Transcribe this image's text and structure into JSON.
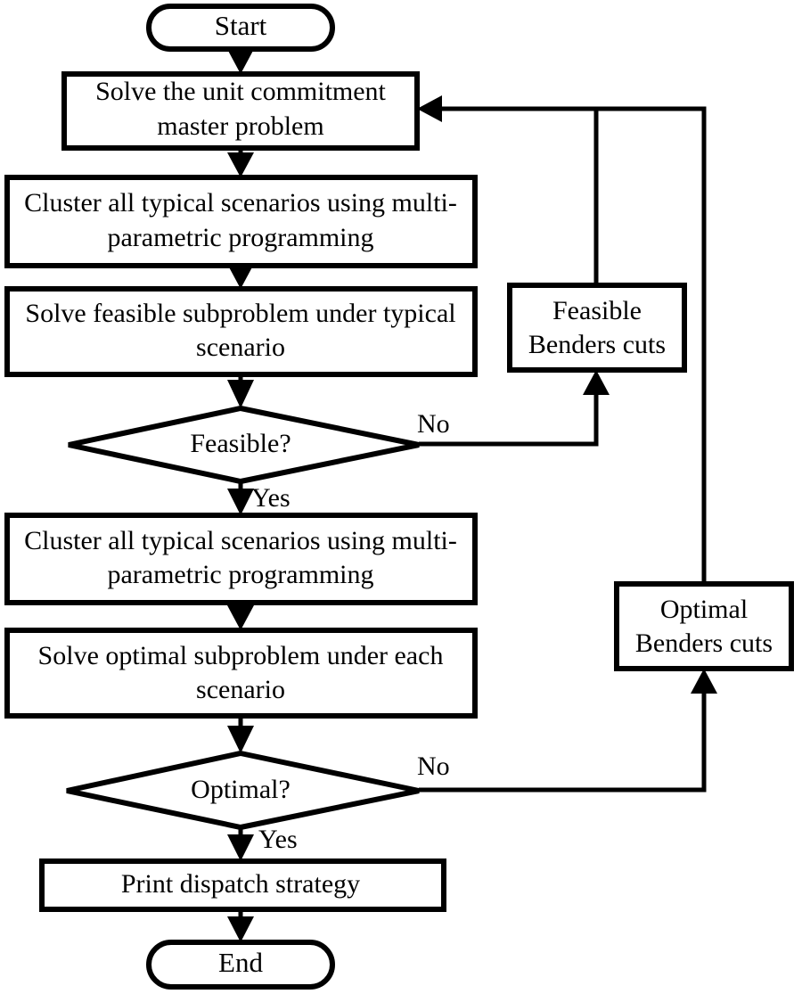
{
  "diagram": {
    "title": "Benders decomposition unit commitment flowchart",
    "background_color": "#ffffff",
    "line_color": "#000000",
    "fill_color": "#ffffff"
  },
  "nodes": {
    "start": {
      "label": "Start",
      "shape": "terminator"
    },
    "master": {
      "line1": "Solve the unit commitment",
      "line2": "master problem",
      "shape": "process"
    },
    "cluster1": {
      "line1": "Cluster all typical scenarios using multi-",
      "line2": "parametric programming",
      "shape": "process"
    },
    "feasible_sub": {
      "line1": "Solve feasible subproblem under typical",
      "line2": "scenario",
      "shape": "process"
    },
    "feasible_decision": {
      "label": "Feasible?",
      "shape": "decision"
    },
    "cluster2": {
      "line1": "Cluster all typical scenarios using multi-",
      "line2": "parametric programming",
      "shape": "process"
    },
    "optimal_sub": {
      "line1": "Solve optimal subproblem under each",
      "line2": "scenario",
      "shape": "process"
    },
    "optimal_decision": {
      "label": "Optimal?",
      "shape": "decision"
    },
    "print": {
      "label": "Print dispatch strategy",
      "shape": "process"
    },
    "end": {
      "label": "End",
      "shape": "terminator"
    },
    "feasible_cuts": {
      "line1": "Feasible",
      "line2": "Benders cuts",
      "shape": "process"
    },
    "optimal_cuts": {
      "line1": "Optimal",
      "line2": "Benders cuts",
      "shape": "process"
    }
  },
  "edge_labels": {
    "feasible_no": "No",
    "feasible_yes": "Yes",
    "optimal_no": "No",
    "optimal_yes": "Yes"
  }
}
